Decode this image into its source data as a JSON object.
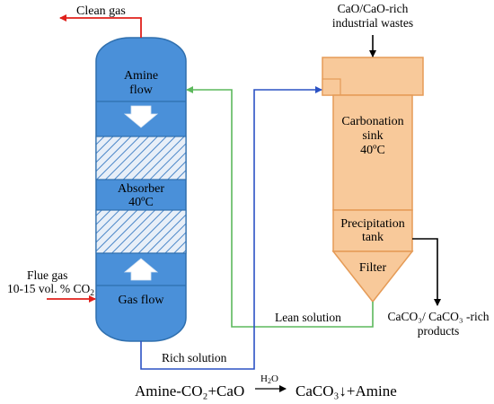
{
  "outputs": {
    "clean_gas": "Clean gas",
    "products_line1": "CaCO₃/ CaCO₃ -rich",
    "products_line2": "products"
  },
  "inputs": {
    "waste_line1": "CaO/CaO-rich",
    "waste_line2": "industrial wastes",
    "flue_line1": "Flue gas",
    "flue_line2_prefix": "10-15 vol. % CO",
    "flue_line2_sub": "2"
  },
  "absorber": {
    "amine_flow_line1": "Amine",
    "amine_flow_line2": "flow",
    "title_line1": "Absorber",
    "title_line2": "40ºC",
    "gas_flow": "Gas flow"
  },
  "reactor": {
    "carbonation_line1": "Carbonation",
    "carbonation_line2": "sink",
    "carbonation_line3": "40ºC",
    "precipitation_line1": "Precipitation",
    "precipitation_line2": "tank",
    "filter": "Filter"
  },
  "streams": {
    "lean_solution": "Lean solution",
    "rich_solution": "Rich solution"
  },
  "equation": {
    "lhs": "Amine-CO₂+CaO",
    "catalyst_prefix": "H",
    "catalyst_sub": "2",
    "catalyst_suffix": "O",
    "rhs": "CaCO₃↓+Amine"
  },
  "colors": {
    "absorber_fill": "#4a90d9",
    "absorber_stroke": "#2f6fae",
    "packing_fill": "#e6eef8",
    "reactor_fill": "#f8c99a",
    "reactor_stroke": "#e59b57",
    "red_line": "#e0201b",
    "green_line": "#5cb85c",
    "blue_line": "#2b52c4",
    "black_line": "#000000"
  }
}
